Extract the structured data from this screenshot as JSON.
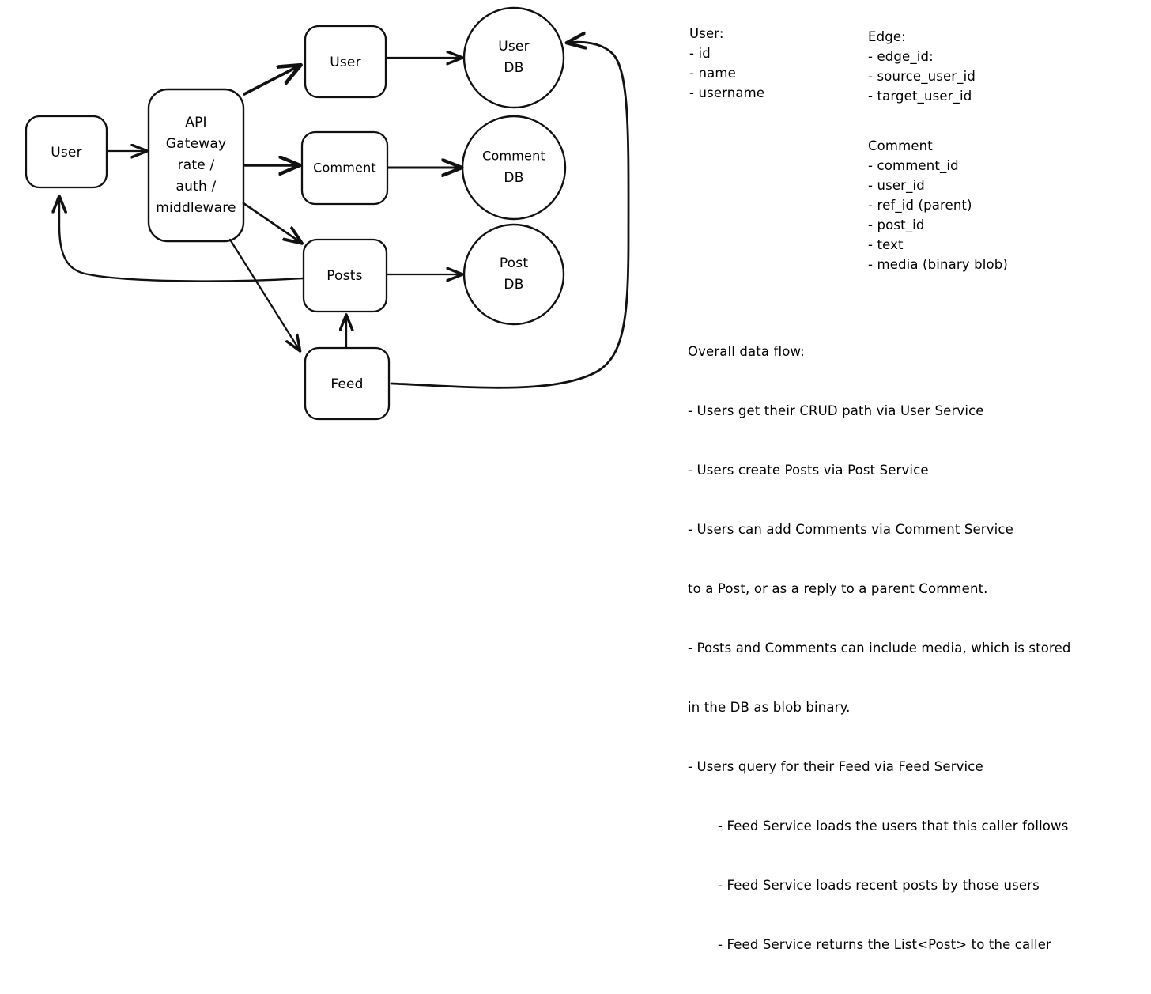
{
  "diagram": {
    "title": "Social network service architecture whiteboard sketch",
    "stroke_color": "#111111",
    "background_color": "#ffffff",
    "nodes": [
      {
        "id": "user-client",
        "shape": "rounded-rect",
        "label": "User"
      },
      {
        "id": "api-gateway",
        "shape": "rounded-rect",
        "label": "API\nGateway\nrate /\nauth /\nmiddleware"
      },
      {
        "id": "user-service",
        "shape": "rounded-rect",
        "label": "User"
      },
      {
        "id": "comment-service",
        "shape": "rounded-rect",
        "label": "Comment"
      },
      {
        "id": "posts-service",
        "shape": "rounded-rect",
        "label": "Posts"
      },
      {
        "id": "feed-service",
        "shape": "rounded-rect",
        "label": "Feed"
      },
      {
        "id": "user-db",
        "shape": "circle",
        "label": "User\nDB"
      },
      {
        "id": "comment-db",
        "shape": "circle",
        "label": "Comment\nDB"
      },
      {
        "id": "post-db",
        "shape": "circle",
        "label": "Post\nDB"
      }
    ],
    "node_labels": {
      "user_client": "User",
      "api_gateway_line1": "API",
      "api_gateway_line2": "Gateway",
      "api_gateway_line3": "rate /",
      "api_gateway_line4": "auth /",
      "api_gateway_line5": "middleware",
      "user_service": "User",
      "comment_service": "Comment",
      "posts_service": "Posts",
      "feed_service": "Feed",
      "user_db_line1": "User",
      "user_db_line2": "DB",
      "comment_db_line1": "Comment",
      "comment_db_line2": "DB",
      "post_db_line1": "Post",
      "post_db_line2": "DB"
    },
    "edges": [
      {
        "from": "user-client",
        "to": "api-gateway",
        "arrow": true
      },
      {
        "from": "api-gateway",
        "to": "user-service",
        "arrow": true
      },
      {
        "from": "api-gateway",
        "to": "comment-service",
        "arrow": true
      },
      {
        "from": "api-gateway",
        "to": "posts-service",
        "arrow": true
      },
      {
        "from": "api-gateway",
        "to": "feed-service",
        "arrow": true
      },
      {
        "from": "user-service",
        "to": "user-db",
        "arrow": true
      },
      {
        "from": "comment-service",
        "to": "comment-db",
        "arrow": true
      },
      {
        "from": "posts-service",
        "to": "post-db",
        "arrow": true
      },
      {
        "from": "feed-service",
        "to": "posts-service",
        "arrow": true
      },
      {
        "from": "posts-service",
        "to": "user-client",
        "arrow": true
      },
      {
        "from": "feed-service",
        "to": "user-db",
        "arrow": true
      }
    ]
  },
  "notes": {
    "user_entity": "User:\n- id\n- name\n- username",
    "edge_entity": "Edge:\n- edge_id:\n- source_user_id\n- target_user_id",
    "comment_entity": "Comment\n- comment_id\n- user_id\n- ref_id (parent)\n- post_id\n- text\n- media (binary blob)",
    "data_flow_heading": "Overall data flow:",
    "data_flow_lines": [
      "- Users get their CRUD path via User Service",
      "- Users create Posts via Post Service",
      "- Users can add Comments via Comment Service",
      "to a Post, or as a reply to a parent Comment.",
      "- Posts and Comments can include media, which is stored",
      "in the DB as blob binary.",
      "- Users query for their Feed via Feed Service"
    ],
    "data_flow_sub_lines": [
      "- Feed Service loads the users that this caller follows",
      "- Feed Service loads recent posts by those users",
      "- Feed Service returns the List<Post> to the caller"
    ]
  }
}
